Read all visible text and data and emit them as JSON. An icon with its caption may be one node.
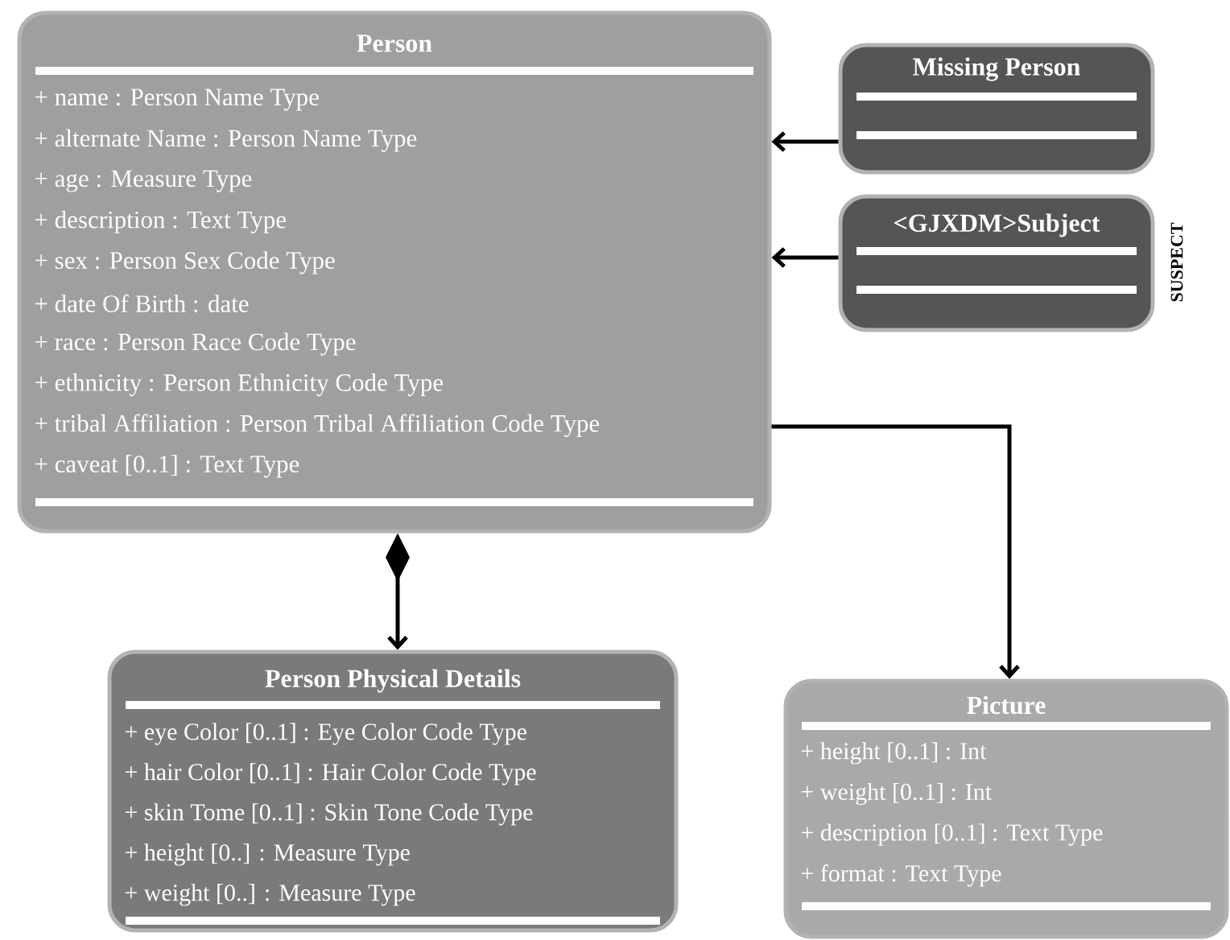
{
  "diagram": {
    "nodes": [
      {
        "text": [
          "Person",
          "+ name : Person Name Type",
          "+ alternate Name : Person Name Type",
          "+ age : Measure Type",
          "+ description : Text Type",
          "+ sex : Person Sex Code Type",
          "+ date Of Birth : date",
          "+ race : Person Race Code Type",
          "+ ethnicity : Person Ethnicity Code Type",
          "+ tribal Affiliation : Person Tribal Affiliation Code Type",
          "+ caveat [0..1] : Text Type"
        ]
      },
      {
        "text": [
          "Missing Person"
        ]
      },
      {
        "text": [
          "<GJXDM>Subject"
        ],
        "beside": [
          "SUSPECT"
        ]
      },
      {
        "text": [
          "Person Physical Details",
          "+ eye Color [0..1] : Eye Color Code Type",
          "+ hair Color [0..1] : Hair Color Code Type",
          "+ skin Tome [0..1] : Skin Tone Code Type",
          "+ height [0..] : Measure Type",
          "+ weight [0..] : Measure Type"
        ]
      },
      {
        "text": [
          "Picture",
          "+ height [0..1] : Int",
          "+ weight [0..1] : Int",
          "+ description [0..1] : Text Type",
          "+ format : Text Type"
        ]
      }
    ],
    "edges": [
      {
        "from": 1,
        "to": 0,
        "arrow": "to"
      },
      {
        "from": 2,
        "to": 0,
        "arrow": "to"
      },
      {
        "from": 0,
        "to": 3,
        "arrow": "to"
      },
      {
        "from": 0,
        "to": 4,
        "arrow": "to"
      }
    ]
  }
}
